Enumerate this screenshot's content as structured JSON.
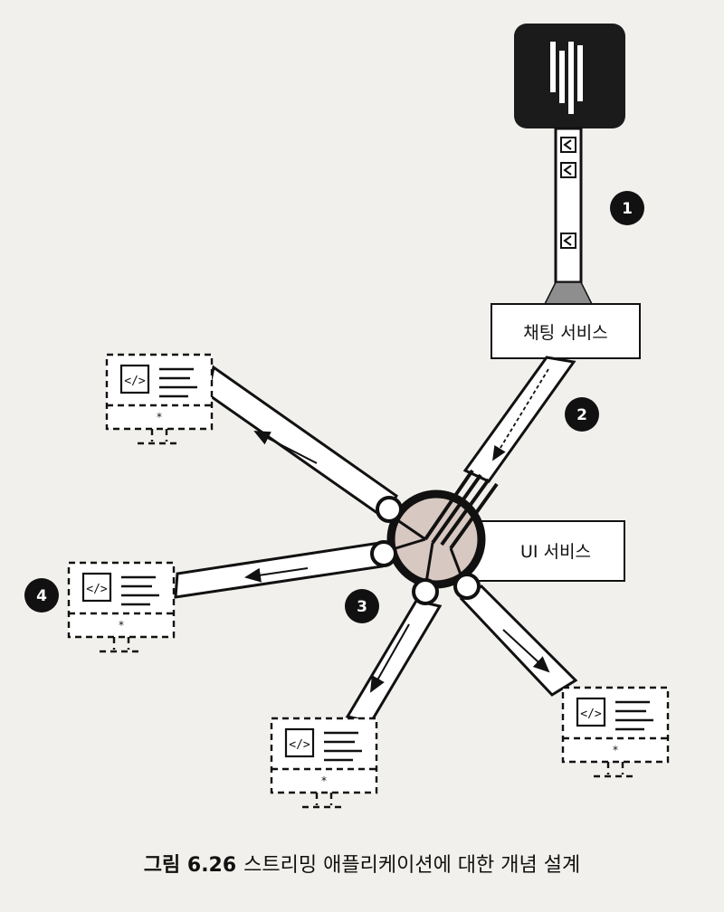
{
  "figure": {
    "caption_number": "그림 6.26",
    "caption_text": "스트리밍 애플리케이션에 대한 개념 설계"
  },
  "nodes": {
    "chat_service_label": "채팅 서비스",
    "ui_service_label": "UI 서비스"
  },
  "steps": [
    "1",
    "2",
    "3",
    "4"
  ],
  "icons": {
    "source": "stream-source-icon",
    "client": "code-monitor-icon",
    "code_glyph": "</>"
  },
  "colors": {
    "ink": "#111111",
    "source_box": "#1b1b1b",
    "funnel": "#8e8e8e",
    "hub_fill": "#d8c8c2",
    "page": "#f2f0ec"
  }
}
